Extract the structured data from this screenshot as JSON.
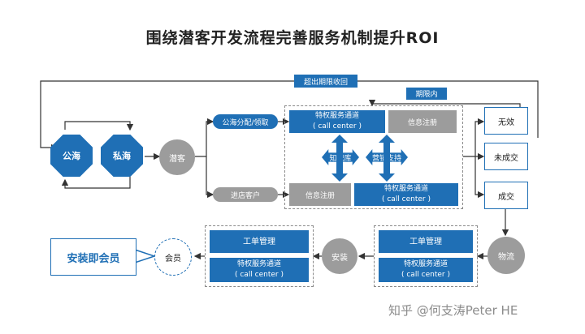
{
  "title": "围绕潜客开发流程完善服务机制提升ROI",
  "top_loop_label": "超出期限收回",
  "within_period_label": "期限内",
  "nodes": {
    "public_sea": "公海",
    "private_sea": "私海",
    "potential_customer": "潜客",
    "public_assign": "公海分配/领取",
    "walk_in": "进店客户",
    "privileged_channel_1_line1": "特权服务通道",
    "privileged_channel_1_line2": "( call center )",
    "info_register_1": "信息注册",
    "knowledge_base": "知识库",
    "marketing_support": "营销支持",
    "info_register_2": "信息注册",
    "privileged_channel_2_line1": "特权服务通道",
    "privileged_channel_2_line2": "( call center )",
    "invalid": "无效",
    "not_closed": "未成交",
    "closed": "成交",
    "logistics": "物流",
    "work_order_1": "工单管理",
    "privileged_channel_3_line1": "特权服务通道",
    "privileged_channel_3_line2": "( call center )",
    "install": "安装",
    "work_order_2": "工单管理",
    "privileged_channel_4_line1": "特权服务通道",
    "privileged_channel_4_line2": "( call center )",
    "member": "会员",
    "callout": "安装即会员"
  },
  "watermark": "知乎 @何支涛Peter HE",
  "colors": {
    "blue": "#1f6fb5",
    "gray": "#9c9c9c"
  }
}
